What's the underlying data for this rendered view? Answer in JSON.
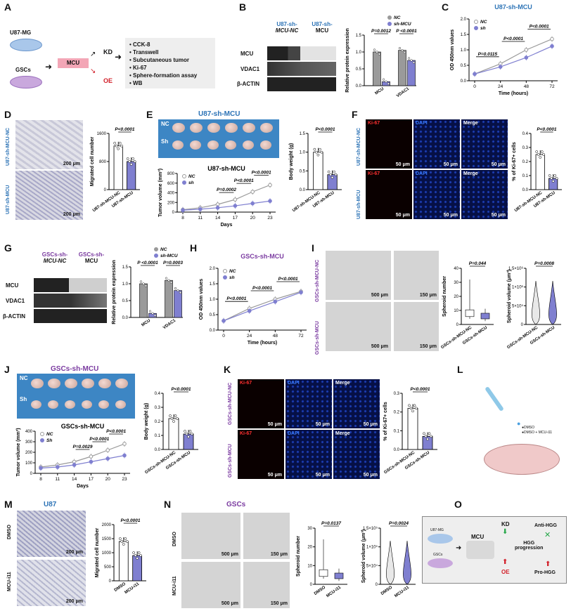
{
  "letters": {
    "A": "A",
    "B": "B",
    "C": "C",
    "D": "D",
    "E": "E",
    "F": "F",
    "G": "G",
    "H": "H",
    "I": "I",
    "J": "J",
    "K": "K",
    "L": "L",
    "M": "M",
    "N": "N",
    "O": "O"
  },
  "colors": {
    "u87": "#2c73b6",
    "gsc": "#7a3aa0",
    "nc": "#9a9a9a",
    "sh": "#7f7fd0",
    "red": "#d2202a",
    "ki67": "#ff3030",
    "dapi": "#3a7bff",
    "green": "#27a84a"
  },
  "panelA": {
    "u87": "U87-MG",
    "gscs": "GSCs",
    "mcu": "MCU",
    "kd": "KD",
    "oe": "OE",
    "assays": [
      "CCK-8",
      "Transwell",
      "Subcutaneous tumor",
      "Ki-67",
      "Sphere-formation assay",
      "WB"
    ]
  },
  "panelB": {
    "col1": "U87-sh-",
    "col1b": "MCU-NC",
    "col2": "U87-sh-",
    "col2b": "MCU",
    "rows": [
      "MCU",
      "VDAC1",
      "β-ACTIN"
    ],
    "legend": [
      "NC",
      "sh-MCU"
    ],
    "ylabel": "Relative protein expression",
    "xcats": [
      "MCU",
      "VDAC1"
    ],
    "p": [
      "P=0.0012",
      "P <0.0001"
    ],
    "yticks": [
      "0.0",
      "0.5",
      "1.0",
      "1.5"
    ]
  },
  "panelC": {
    "title": "U87-sh-MCU",
    "legend": [
      "NC",
      "sh"
    ],
    "ylabel": "OD 450nm values",
    "xlabel": "Time (hours)",
    "xticks": [
      "0",
      "24",
      "48",
      "72"
    ],
    "yticks": [
      "0.0",
      "0.5",
      "1.0",
      "1.5",
      "2.0"
    ],
    "p": [
      "P=0.0115",
      "P<0.0001",
      "P<0.0001"
    ]
  },
  "panelD": {
    "side": [
      "U87-sh-MCU-NC",
      "U87-sh-MCU"
    ],
    "scale": "200 μm",
    "ylabel": "Migrated cell number",
    "xcats": [
      "U87-sh-MCU-NC",
      "U87-sh-MCU"
    ],
    "p": "P<0.0001",
    "yticks": [
      "0",
      "800",
      "1600"
    ]
  },
  "panelE": {
    "title": "U87-sh-MCU",
    "nc": "NC",
    "sh": "Sh",
    "ylabel": "Tumor volume (mm³)",
    "xlabel": "Days",
    "xticks": [
      "8",
      "11",
      "14",
      "17",
      "20",
      "23"
    ],
    "yticks": [
      "0",
      "200",
      "400",
      "600",
      "800"
    ],
    "legend": [
      "NC",
      "sh"
    ],
    "p": [
      "P=0.0002",
      "P<0.0001",
      "P<0.0001"
    ],
    "bw_label": "Body weight (g)",
    "bw_p": "P<0.0001",
    "bw_yticks": [
      "0.0",
      "0.5",
      "1.0",
      "1.5"
    ],
    "bw_xcats": [
      "U87-sh-MCU-NC",
      "U87-sh-MCU"
    ]
  },
  "panelF": {
    "side": [
      "U87-sh-MCU-NC",
      "U87-sh-MCU"
    ],
    "cols": [
      "Ki-67",
      "DAPI",
      "Merge"
    ],
    "scale": "50 μm",
    "ylabel": "% of Ki-67+ cells",
    "p": "P<0.0001",
    "yticks": [
      "0.0",
      "0.1",
      "0.2",
      "0.3",
      "0.4"
    ],
    "xcats": [
      "U87-sh-MCU-NC",
      "U87-sh-MCU"
    ]
  },
  "panelG": {
    "col1": "GSCs-sh-",
    "col1b": "MCU-NC",
    "col2": "GSCs-sh-",
    "col2b": "MCU",
    "rows": [
      "MCU",
      "VDAC1",
      "β-ACTIN"
    ],
    "legend": [
      "NC",
      "sh-MCU"
    ],
    "ylabel": "Relative protein expression",
    "xcats": [
      "MCU",
      "VDAC1"
    ],
    "p": [
      "P <0.0001",
      "P=0.0003"
    ],
    "yticks": [
      "0.0",
      "0.5",
      "1.0",
      "1.5"
    ]
  },
  "panelH": {
    "title": "GSCs-sh-MCU",
    "legend": [
      "NC",
      "sh"
    ],
    "ylabel": "OD 450nm values",
    "xlabel": "Time (hours)",
    "xticks": [
      "0",
      "24",
      "48",
      "72"
    ],
    "yticks": [
      "0.0",
      "0.5",
      "1.0",
      "1.5",
      "2.0"
    ],
    "p": [
      "P<0.0001",
      "P<0.0001",
      "P<0.0001"
    ]
  },
  "panelI": {
    "side": [
      "GSCs-sh-MCU-NC",
      "GSCs-sh-MCU"
    ],
    "scale1": "500 μm",
    "scale2": "150 μm",
    "sn_label": "Spheroid number",
    "sn_p": "P=0.044",
    "sn_yticks": [
      "0",
      "10",
      "20",
      "30",
      "40"
    ],
    "sv_label": "Spheroid volume (μm³)",
    "sv_p": "P=0.0008",
    "sv_yticks": [
      "0",
      "5×10⁵",
      "1×10⁶",
      "1.5×10⁶"
    ],
    "xcats": [
      "GSCs-sh-MCU-NC",
      "GSCs-sh-MCU"
    ]
  },
  "panelJ": {
    "title": "GSCs-sh-MCU",
    "nc": "NC",
    "sh": "Sh",
    "ylabel": "Tumor volume (mm³)",
    "xlabel": "Days",
    "xticks": [
      "8",
      "11",
      "14",
      "17",
      "20",
      "23"
    ],
    "yticks": [
      "0",
      "100",
      "200",
      "300",
      "400"
    ],
    "legend": [
      "NC",
      "Sh"
    ],
    "p": [
      "P=0.0029",
      "P<0.0001",
      "P<0.0001"
    ],
    "bw_label": "Body weight (g)",
    "bw_p": "P<0.0001",
    "bw_yticks": [
      "0.0",
      "0.1",
      "0.2",
      "0.3",
      "0.4"
    ],
    "bw_xcats": [
      "GSCs-sh-MCU-NC",
      "GSCs-sh-MCU"
    ]
  },
  "panelK": {
    "side": [
      "GSCs-sh-MCU-NC",
      "GSCs-sh-MCU"
    ],
    "cols": [
      "Ki-67",
      "DAPI",
      "Merge"
    ],
    "scale": "50 μm",
    "ylabel": "% of Ki-67+ cells",
    "p": "P<0.0001",
    "yticks": [
      "0.0",
      "0.1",
      "0.2",
      "0.3"
    ],
    "xcats": [
      "GSCs-sh-MCU-NC",
      "GSCs-sh-MCU"
    ]
  },
  "panelL": {
    "legend1": "●DMSO",
    "legend2": "●DMSO + MCU-i11"
  },
  "panelM": {
    "title": "U87",
    "side": [
      "DMSO",
      "MCU-i11"
    ],
    "scale": "200 μm",
    "ylabel": "Migrated cell number",
    "p": "P<0.0001",
    "yticks": [
      "0",
      "500",
      "1000",
      "1500",
      "2000"
    ],
    "xcats": [
      "DMSO",
      "MCU-i11"
    ]
  },
  "panelN": {
    "title": "GSCs",
    "side": [
      "DMSO",
      "MCU-i11"
    ],
    "scale1": "500 μm",
    "scale2": "150 μm",
    "sn_label": "Spheroid number",
    "sn_p": "P=0.0137",
    "sn_yticks": [
      "0",
      "10",
      "20",
      "30"
    ],
    "sv_label": "Spheroid volume (μm³)",
    "sv_p": "P=0.0024",
    "sv_yticks": [
      "0",
      "5×10⁴",
      "1×10⁵",
      "1.5×10⁵"
    ],
    "xcats": [
      "DMSO",
      "MCU-i11"
    ]
  },
  "panelO": {
    "u87": "U87-MG",
    "gscs": "GSCs",
    "mcu": "MCU",
    "kd": "KD",
    "oe": "OE",
    "hgg1": "HGG",
    "hgg2": "progression",
    "anti": "Anti-HGG",
    "pro": "Pro-HGG"
  },
  "chart_data": [
    {
      "id": "B",
      "type": "bar",
      "categories": [
        "MCU",
        "VDAC1"
      ],
      "series": [
        {
          "name": "NC",
          "values": [
            1.0,
            1.05
          ]
        },
        {
          "name": "sh-MCU",
          "values": [
            0.12,
            0.75
          ]
        }
      ],
      "ylabel": "Relative protein expression",
      "ylim": [
        0,
        1.5
      ]
    },
    {
      "id": "C",
      "type": "line",
      "x": [
        0,
        24,
        48,
        72
      ],
      "series": [
        {
          "name": "NC",
          "values": [
            0.22,
            0.55,
            1.0,
            1.35
          ]
        },
        {
          "name": "sh",
          "values": [
            0.22,
            0.45,
            0.75,
            1.12
          ]
        }
      ],
      "ylabel": "OD 450nm values",
      "xlabel": "Time (hours)",
      "ylim": [
        0,
        2.0
      ]
    },
    {
      "id": "D",
      "type": "bar",
      "categories": [
        "U87-sh-MCU-NC",
        "U87-sh-MCU"
      ],
      "values": [
        1400,
        900
      ],
      "ylabel": "Migrated cell number",
      "ylim": [
        0,
        1800
      ]
    },
    {
      "id": "E-line",
      "type": "line",
      "x": [
        8,
        11,
        14,
        17,
        20,
        23
      ],
      "series": [
        {
          "name": "NC",
          "values": [
            50,
            90,
            160,
            260,
            420,
            560
          ]
        },
        {
          "name": "sh",
          "values": [
            40,
            60,
            90,
            130,
            180,
            230
          ]
        }
      ],
      "ylabel": "Tumor volume (mm³)",
      "xlabel": "Days",
      "ylim": [
        0,
        800
      ]
    },
    {
      "id": "E-bar",
      "type": "bar",
      "categories": [
        "U87-sh-MCU-NC",
        "U87-sh-MCU"
      ],
      "values": [
        1.0,
        0.4
      ],
      "ylabel": "Body weight (g)",
      "ylim": [
        0,
        1.5
      ]
    },
    {
      "id": "F",
      "type": "bar",
      "categories": [
        "U87-sh-MCU-NC",
        "U87-sh-MCU"
      ],
      "values": [
        0.25,
        0.08
      ],
      "ylabel": "% of Ki-67+ cells",
      "ylim": [
        0,
        0.4
      ]
    },
    {
      "id": "G",
      "type": "bar",
      "categories": [
        "MCU",
        "VDAC1"
      ],
      "series": [
        {
          "name": "NC",
          "values": [
            1.0,
            1.1
          ]
        },
        {
          "name": "sh-MCU",
          "values": [
            0.12,
            0.8
          ]
        }
      ],
      "ylabel": "Relative protein expression",
      "ylim": [
        0,
        1.5
      ]
    },
    {
      "id": "H",
      "type": "line",
      "x": [
        0,
        24,
        48,
        72
      ],
      "series": [
        {
          "name": "NC",
          "values": [
            0.3,
            0.7,
            1.0,
            1.25
          ]
        },
        {
          "name": "sh",
          "values": [
            0.3,
            0.62,
            0.92,
            1.22
          ]
        }
      ],
      "ylabel": "OD 450nm values",
      "xlabel": "Time (hours)",
      "ylim": [
        0,
        2.0
      ]
    },
    {
      "id": "J-line",
      "type": "line",
      "x": [
        8,
        11,
        14,
        17,
        20,
        23
      ],
      "series": [
        {
          "name": "NC",
          "values": [
            60,
            80,
            110,
            160,
            220,
            280
          ]
        },
        {
          "name": "Sh",
          "values": [
            50,
            60,
            80,
            110,
            140,
            170
          ]
        }
      ],
      "ylabel": "Tumor volume (mm³)",
      "xlabel": "Days",
      "ylim": [
        0,
        400
      ]
    },
    {
      "id": "J-bar",
      "type": "bar",
      "categories": [
        "GSCs-sh-MCU-NC",
        "GSCs-sh-MCU"
      ],
      "values": [
        0.22,
        0.11
      ],
      "ylabel": "Body weight (g)",
      "ylim": [
        0,
        0.4
      ]
    },
    {
      "id": "K",
      "type": "bar",
      "categories": [
        "GSCs-sh-MCU-NC",
        "GSCs-sh-MCU"
      ],
      "values": [
        0.22,
        0.07
      ],
      "ylabel": "% of Ki-67+ cells",
      "ylim": [
        0,
        0.3
      ]
    },
    {
      "id": "M",
      "type": "bar",
      "categories": [
        "DMSO",
        "MCU-i11"
      ],
      "values": [
        1400,
        900
      ],
      "ylabel": "Migrated cell number",
      "ylim": [
        0,
        2000
      ]
    }
  ]
}
